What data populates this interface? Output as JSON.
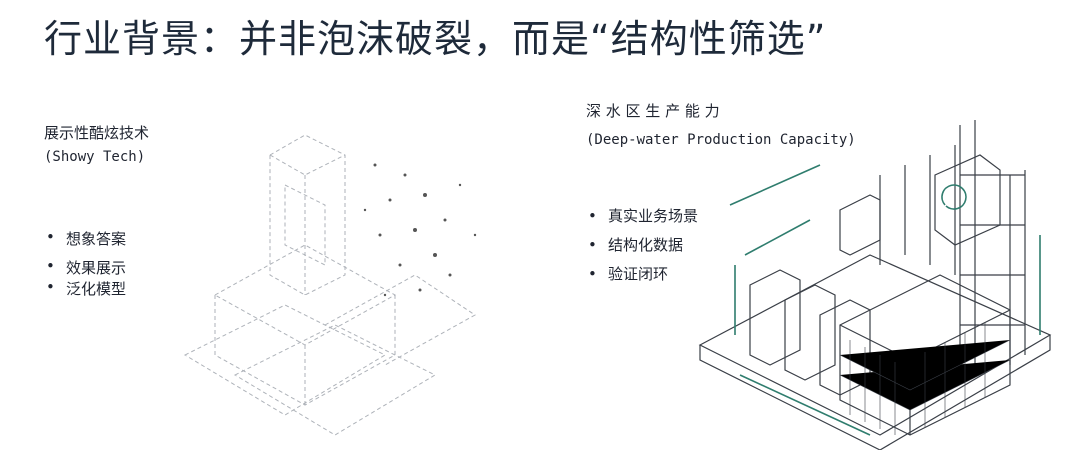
{
  "title": "行业背景：并非泡沫破裂，而是“结构性筛选”",
  "left": {
    "heading": "展示性酷炫技术",
    "subheading": "(Showy Tech)",
    "bullets": [
      "想象答案",
      "效果展示",
      "泛化模型"
    ]
  },
  "right": {
    "heading": "深 水 区 生 产 能 力",
    "subheading": "(Deep-water  Production  Capacity)",
    "bullets": [
      "真实业务场景",
      "结构化数据",
      "验证闭环"
    ]
  },
  "colors": {
    "accent": "#2f7d6e",
    "line": "#3a3f47"
  }
}
